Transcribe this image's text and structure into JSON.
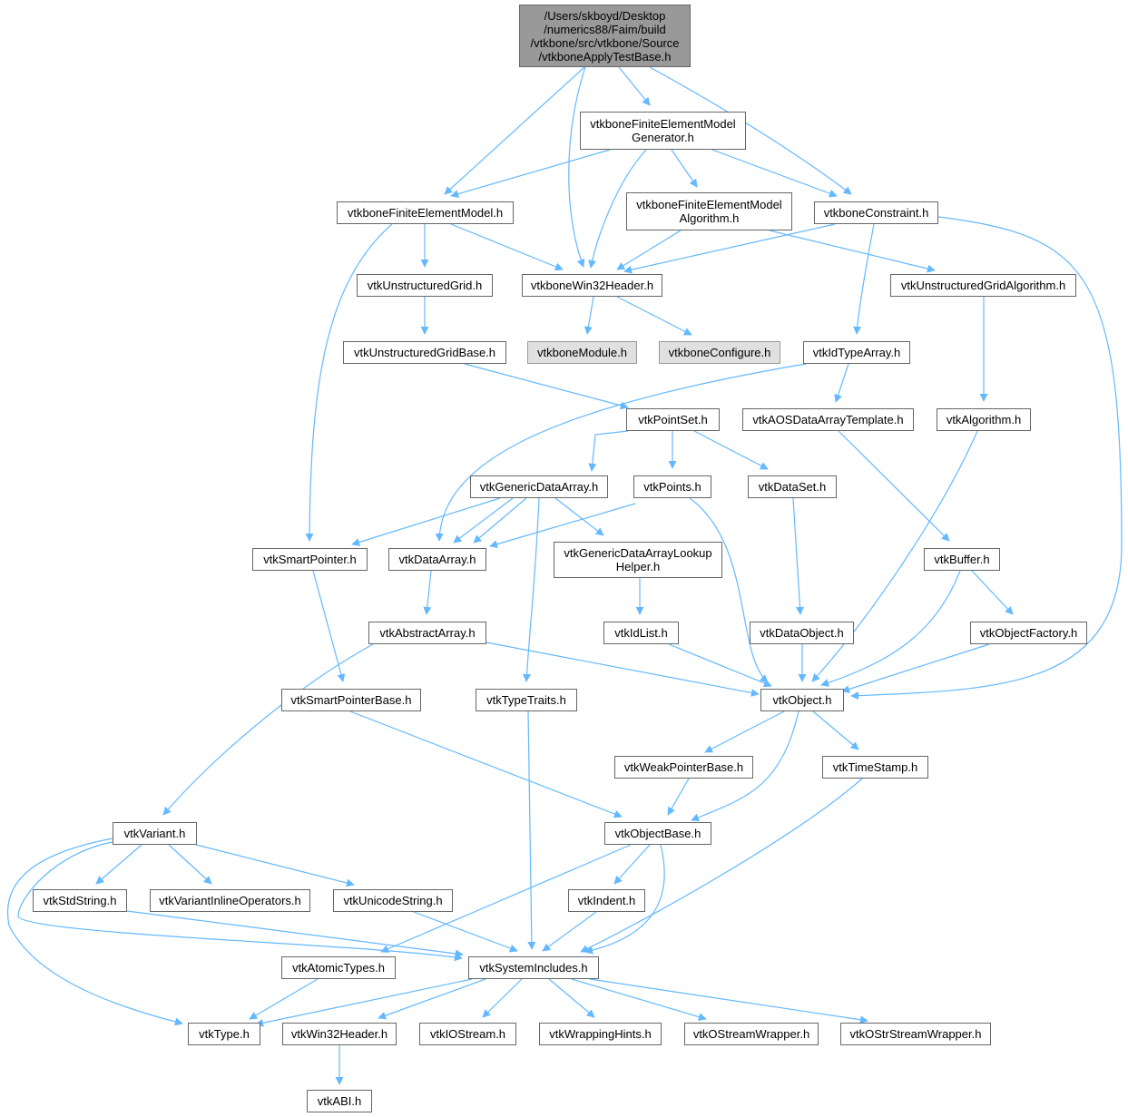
{
  "colors": {
    "edge": "#63b8ff",
    "node_border": "#666666",
    "root_fill": "#999999",
    "gray_fill": "#e0e0e0"
  },
  "nodes": {
    "root": "/Users/skboyd/Desktop\n/numerics88/Faim/build\n/vtkbone/src/vtkbone/Source\n/vtkboneApplyTestBase.h",
    "femGen": "vtkboneFiniteElementModel\nGenerator.h",
    "fem": "vtkboneFiniteElementModel.h",
    "femAlg": "vtkboneFiniteElementModel\nAlgorithm.h",
    "constraint": "vtkboneConstraint.h",
    "win32": "vtkboneWin32Header.h",
    "ugrid": "vtkUnstructuredGrid.h",
    "ugridAlg": "vtkUnstructuredGridAlgorithm.h",
    "module": "vtkboneModule.h",
    "configure": "vtkboneConfigure.h",
    "ugridBase": "vtkUnstructuredGridBase.h",
    "idType": "vtkIdTypeArray.h",
    "pointSet": "vtkPointSet.h",
    "aos": "vtkAOSDataArrayTemplate.h",
    "algorithm": "vtkAlgorithm.h",
    "genericDA": "vtkGenericDataArray.h",
    "points": "vtkPoints.h",
    "dataSet": "vtkDataSet.h",
    "smartPtr": "vtkSmartPointer.h",
    "dataArray": "vtkDataArray.h",
    "lookup": "vtkGenericDataArrayLookup\nHelper.h",
    "buffer": "vtkBuffer.h",
    "abstractArray": "vtkAbstractArray.h",
    "idList": "vtkIdList.h",
    "dataObject": "vtkDataObject.h",
    "objFactory": "vtkObjectFactory.h",
    "smartPtrBase": "vtkSmartPointerBase.h",
    "typeTraits": "vtkTypeTraits.h",
    "object": "vtkObject.h",
    "weakPtr": "vtkWeakPointerBase.h",
    "timeStamp": "vtkTimeStamp.h",
    "variant": "vtkVariant.h",
    "objectBase": "vtkObjectBase.h",
    "stdString": "vtkStdString.h",
    "variantOps": "vtkVariantInlineOperators.h",
    "unicode": "vtkUnicodeString.h",
    "indent": "vtkIndent.h",
    "atomic": "vtkAtomicTypes.h",
    "sysIncl": "vtkSystemIncludes.h",
    "type": "vtkType.h",
    "win32h": "vtkWin32Header.h",
    "iostream": "vtkIOStream.h",
    "wrapping": "vtkWrappingHints.h",
    "ostream": "vtkOStreamWrapper.h",
    "ostr": "vtkOStrStreamWrapper.h",
    "abi": "vtkABI.h"
  }
}
